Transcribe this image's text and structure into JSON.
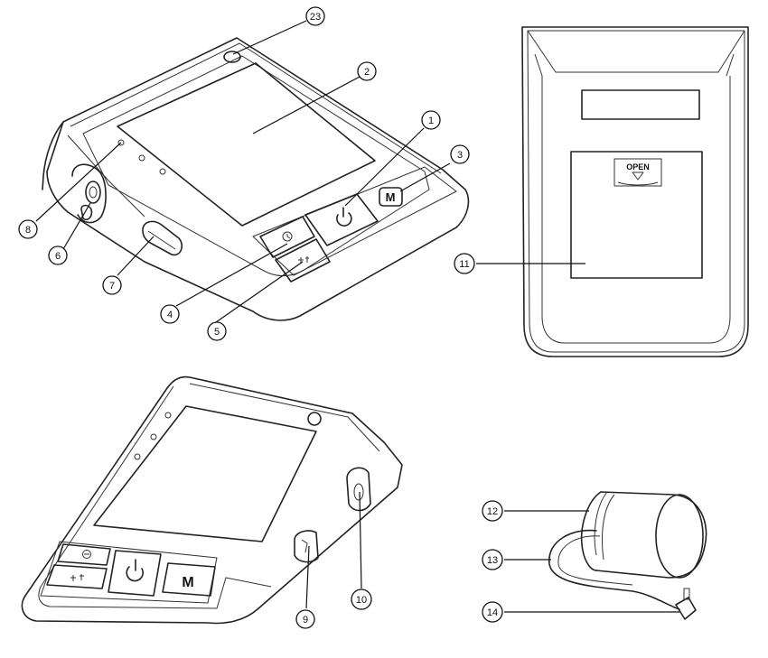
{
  "callouts": [
    {
      "id": "c1",
      "label": "1"
    },
    {
      "id": "c2",
      "label": "2"
    },
    {
      "id": "c3",
      "label": "3"
    },
    {
      "id": "c4",
      "label": "4"
    },
    {
      "id": "c5",
      "label": "5"
    },
    {
      "id": "c6",
      "label": "6"
    },
    {
      "id": "c7",
      "label": "7"
    },
    {
      "id": "c8",
      "label": "8"
    },
    {
      "id": "c9",
      "label": "9"
    },
    {
      "id": "c10",
      "label": "10"
    },
    {
      "id": "c11",
      "label": "11"
    },
    {
      "id": "c12",
      "label": "12"
    },
    {
      "id": "c13",
      "label": "13"
    },
    {
      "id": "c14",
      "label": "14"
    },
    {
      "id": "c23",
      "label": "23"
    }
  ],
  "battery_cover": {
    "open_label": "OPEN"
  },
  "buttons": {
    "memory_label": "M"
  }
}
